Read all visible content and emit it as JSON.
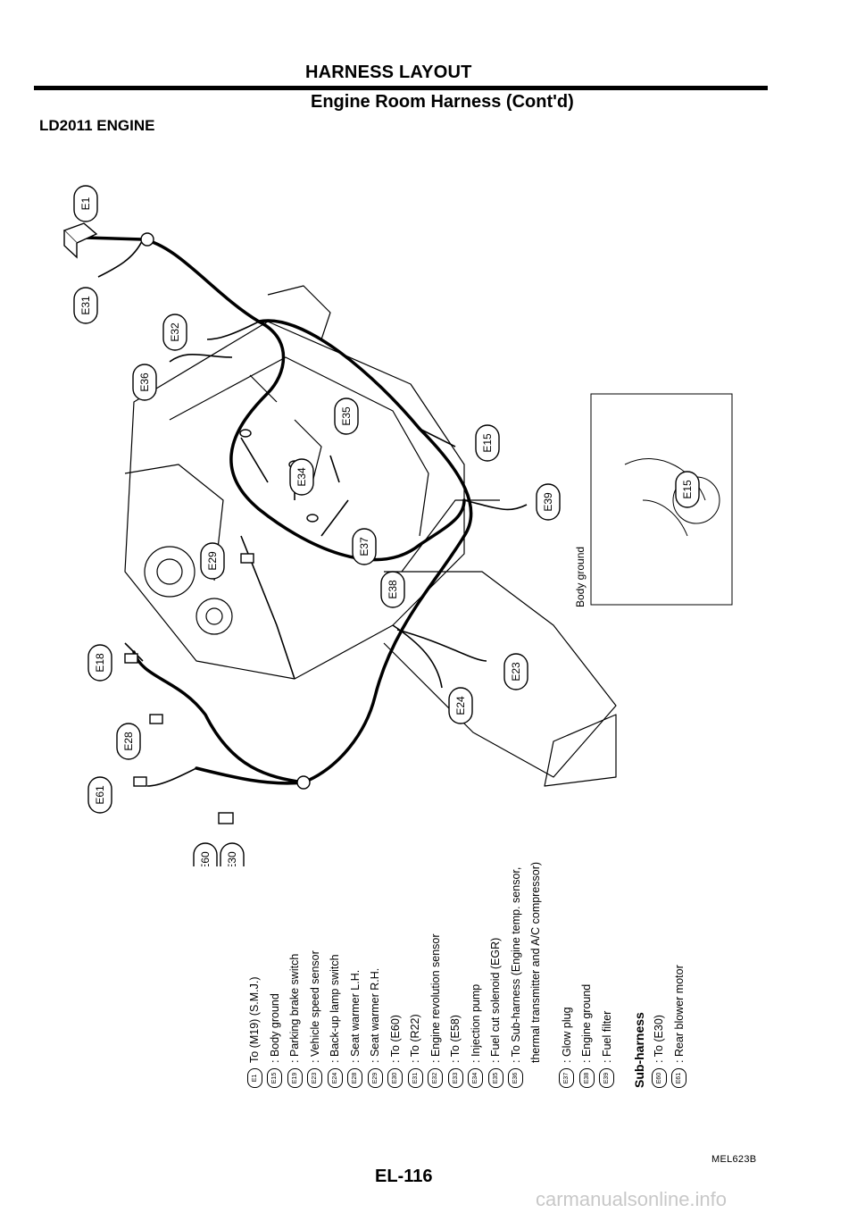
{
  "header": {
    "title": "HARNESS LAYOUT",
    "subtitle": "Engine Room Harness (Cont'd)"
  },
  "engine_label": "LD2011 ENGINE",
  "inset_label": "Body ground",
  "connectors": [
    "E1",
    "E31",
    "E32",
    "E36",
    "E35",
    "E15",
    "E34",
    "E39",
    "E37",
    "E29",
    "E38",
    "E18",
    "E23",
    "E24",
    "E28",
    "E61",
    "E60",
    "E30"
  ],
  "legend": [
    {
      "code": "E1",
      "desc": "To (M19) (S.M.J.)"
    },
    {
      "code": "E15",
      "desc": ": Body ground"
    },
    {
      "code": "E19",
      "desc": ": Parking brake switch"
    },
    {
      "code": "E23",
      "desc": ": Vehicle speed sensor"
    },
    {
      "code": "E24",
      "desc": ": Back-up lamp switch"
    },
    {
      "code": "E28",
      "desc": ": Seat warmer L.H."
    },
    {
      "code": "E29",
      "desc": ": Seat warmer R.H."
    },
    {
      "code": "E30",
      "desc": ": To (E60)"
    },
    {
      "code": "E31",
      "desc": ": To (R22)"
    },
    {
      "code": "E32",
      "desc": ": Engine revolution sensor"
    },
    {
      "code": "E33",
      "desc": ": To (E58)"
    },
    {
      "code": "E34",
      "desc": ": Injection pump"
    },
    {
      "code": "E35",
      "desc": ": Fuel cut solenoid (EGR)"
    },
    {
      "code": "E36",
      "desc": ": To Sub-harness (Engine temp. sensor,"
    },
    {
      "code": "",
      "desc": "thermal transmitter and A/C compressor)"
    },
    {
      "code": "E37",
      "desc": ": Glow plug"
    },
    {
      "code": "E38",
      "desc": ": Engine ground"
    },
    {
      "code": "E39",
      "desc": ": Fuel filter"
    }
  ],
  "sub_harness": {
    "heading": "Sub-harness",
    "items": [
      {
        "code": "E60",
        "desc": ": To (E30)"
      },
      {
        "code": "E61",
        "desc": ": Rear blower motor"
      }
    ]
  },
  "code_ref": "MEL623B",
  "page_number": "EL-116",
  "watermark": "carmanualsonline.info",
  "colors": {
    "ink": "#000000",
    "watermark": "#c8c8c8"
  }
}
